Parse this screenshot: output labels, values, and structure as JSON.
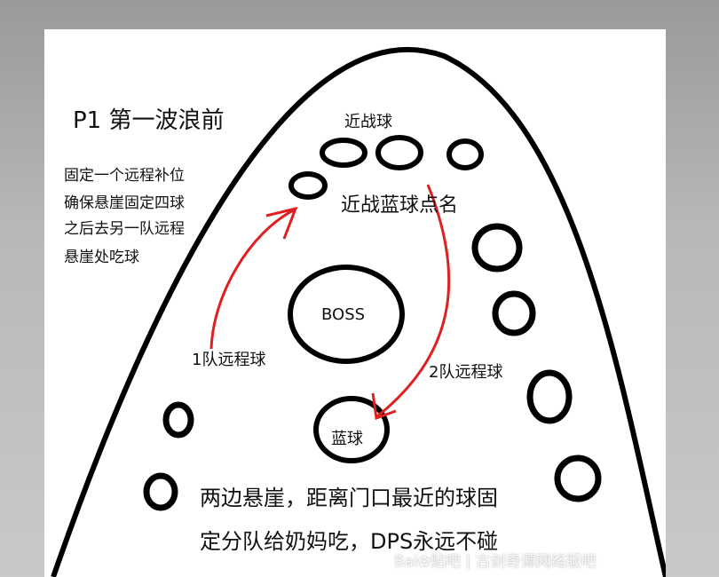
{
  "title": "P1 第一波浪前",
  "notes": [
    "固定一个远程补位",
    "确保悬崖固定四球",
    "之后去另一队远程",
    "悬崖处吃球"
  ],
  "labels": {
    "melee_orb": "近战球",
    "melee_blue_orb_call": "近战蓝球点名",
    "boss": "BOSS",
    "team1_ranged_orb": "1队远程球",
    "team2_ranged_orb": "2队远程球",
    "blue_orb": "蓝球"
  },
  "bottom_text": [
    "两边悬崖，距离门口最近的球固",
    "定分队给奶妈吃，DPS永远不碰"
  ],
  "watermark": {
    "brand": "Bai",
    "brand_suffix": "贴吧",
    "forum": "古剑奇谭网络版吧"
  },
  "colors": {
    "arrow": "#e02020",
    "outline": "#000000",
    "background": "#ffffff"
  }
}
